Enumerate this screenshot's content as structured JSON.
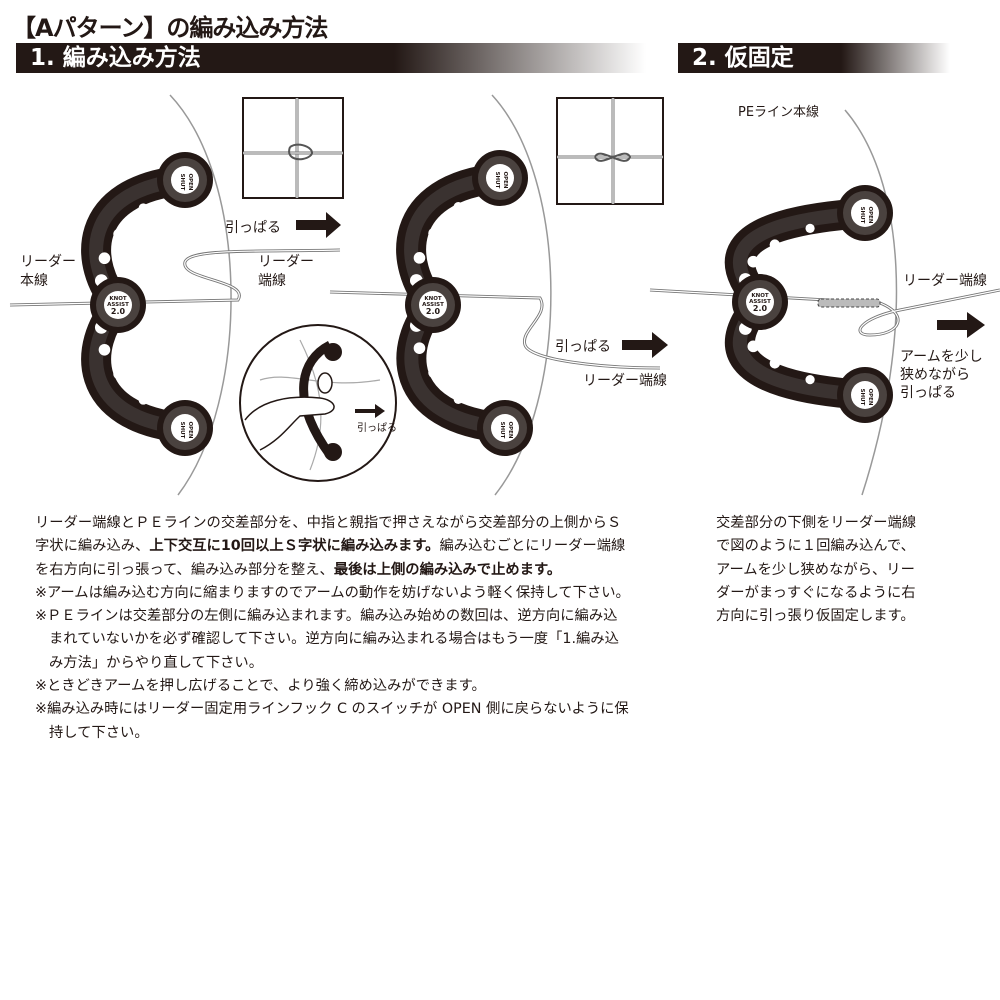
{
  "title": "【Aパターン】の編み込み方法",
  "sections": {
    "s1": "1. 編み込み方法",
    "s2": "2. 仮固定"
  },
  "device": {
    "switch_open": "OPEN",
    "switch_shut": "SHUT",
    "brand_line1": "KNOT",
    "brand_line2": "ASSIST",
    "brand_line3": "2.0"
  },
  "labels": {
    "pull_1": "引っぱる",
    "leader_end_1a": "リーダー",
    "leader_end_1b": "端線",
    "leader_main_a": "リーダー",
    "leader_main_b": "本線",
    "pull_inset": "引っぱる",
    "pull_2": "引っぱる",
    "leader_end_2": "リーダー端線",
    "pe_main": "PEライン本線",
    "leader_end_3": "リーダー端線",
    "arm_pull_1": "アームを少し",
    "arm_pull_2": "狭めながら",
    "arm_pull_3": "引っぱる"
  },
  "body": {
    "p1_line1": "リーダー端線とＰＥラインの交差部分を、中指と親指で押さえながら交差部分の上側からＳ",
    "p1_line2_a": "字状に編み込み、",
    "p1_line2_b": "上下交互に10回以上Ｓ字状に編み込みます。",
    "p1_line2_c": "編み込むごとにリーダー端線",
    "p1_line3_a": "を右方向に引っ張って、編み込み部分を整え、",
    "p1_line3_b": "最後は上側の編み込みで止めます。",
    "note1": "※アームは編み込む方向に縮まりますのでアームの動作を妨げないよう軽く保持して下さい。",
    "note2_line1": "※ＰＥラインは交差部分の左側に編み込まれます。編み込み始めの数回は、逆方向に編み込",
    "note2_line2": "まれていないかを必ず確認して下さい。逆方向に編み込まれる場合はもう一度「1.編み込",
    "note2_line3": "み方法」からやり直して下さい。",
    "note3": "※ときどきアームを押し広げることで、より強く締め込みができます。",
    "note4_line1": "※編み込み時にはリーダー固定用ラインフック C のスイッチが OPEN 側に戻らないように保",
    "note4_line2": "持して下さい。"
  },
  "body2": {
    "line1": "交差部分の下側をリーダー端線",
    "line2": "で図のように１回編み込んで、",
    "line3": "アームを少し狭めながら、リー",
    "line4": "ダーがまっすぐになるように右",
    "line5": "方向に引っ張り仮固定します。"
  },
  "colors": {
    "ink": "#231815",
    "line_gray": "#888888"
  }
}
